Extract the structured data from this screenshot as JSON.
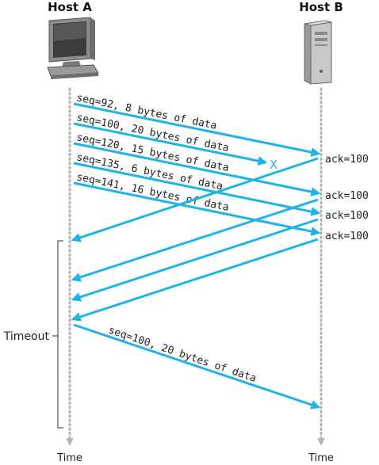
{
  "hosts": {
    "a": {
      "label": "Host A",
      "icon": "desktop-computer-icon"
    },
    "b": {
      "label": "Host B",
      "icon": "server-tower-icon"
    }
  },
  "time_label": "Time",
  "timeout_label": "Timeout",
  "loss_mark": "X",
  "colors": {
    "arrow": "#1fb4e8",
    "timeline": "#b4b4b4",
    "bracket": "#333333"
  },
  "segments": [
    {
      "label": "seq=92, 8 bytes of data",
      "lost": false
    },
    {
      "label": "seq=100, 20 bytes of data",
      "lost": true
    },
    {
      "label": "seq=120, 15 bytes of data",
      "lost": false
    },
    {
      "label": "seq=135, 6 bytes of data",
      "lost": false
    },
    {
      "label": "seq=141, 16 bytes of data",
      "lost": false
    }
  ],
  "acks": [
    "ack=100",
    "ack=100",
    "ack=100",
    "ack=100"
  ],
  "retransmission": {
    "label": "seq=100, 20 bytes of data"
  }
}
